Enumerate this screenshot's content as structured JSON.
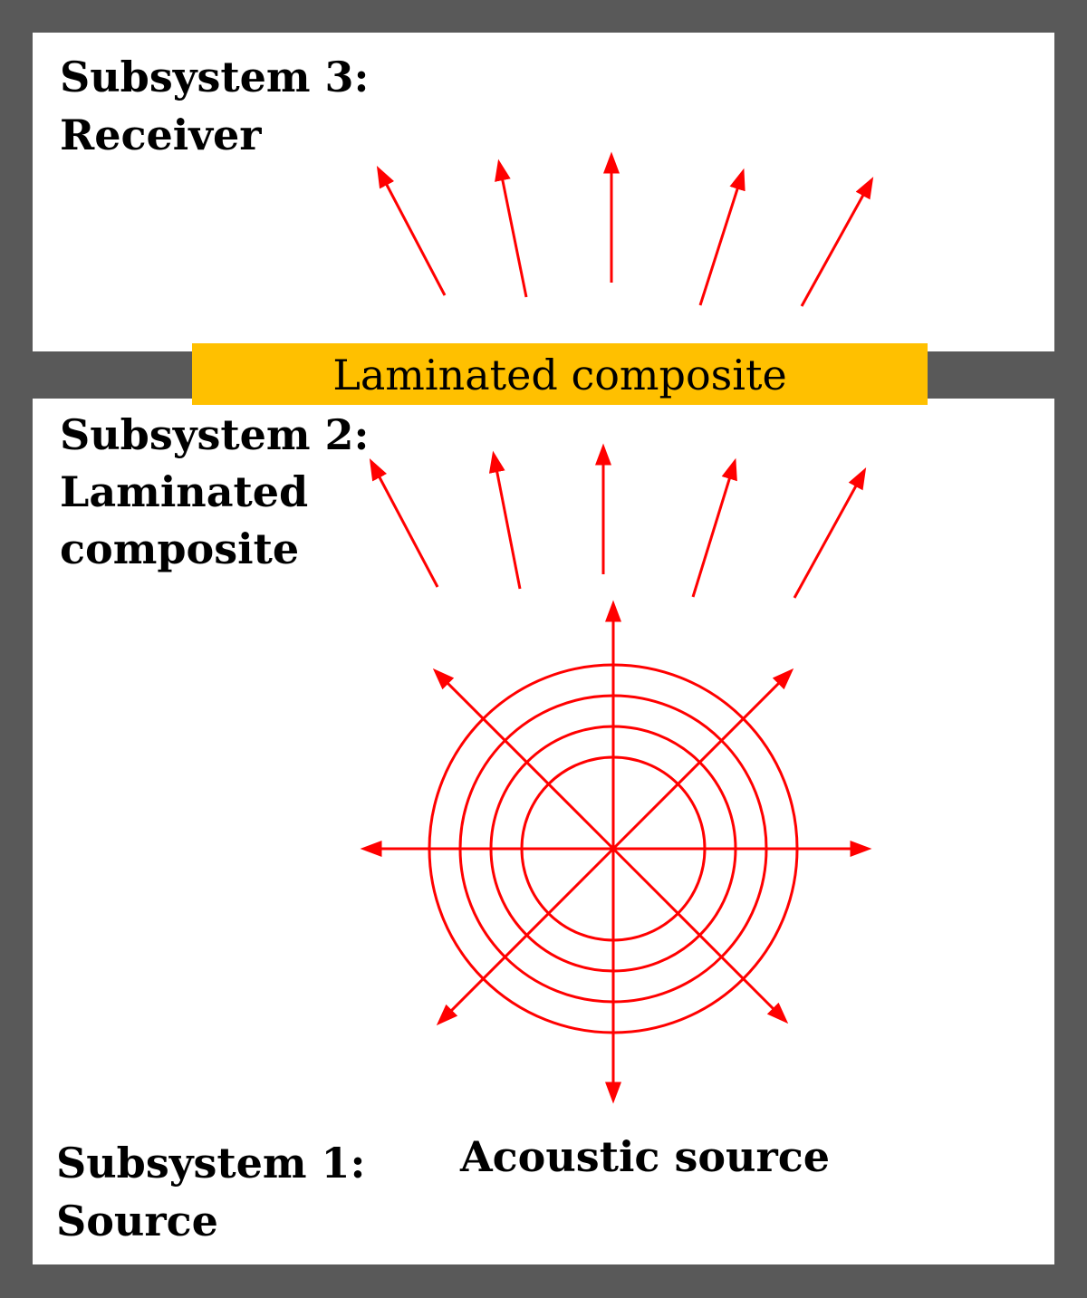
{
  "colors": {
    "wall": "#595959",
    "room": "#ffffff",
    "composite": "#ffc000",
    "wave": "#ff0000",
    "text": "#000000"
  },
  "subsystem3": {
    "line1": "Subsystem 3:",
    "line2": "Receiver"
  },
  "subsystem2": {
    "line1": "Subsystem 2:",
    "line2": "Laminated",
    "line3": "composite"
  },
  "subsystem1": {
    "line1": "Subsystem 1:",
    "line2": "Source"
  },
  "composite": {
    "label": "Laminated composite"
  },
  "source": {
    "label": "Acoustic source"
  }
}
